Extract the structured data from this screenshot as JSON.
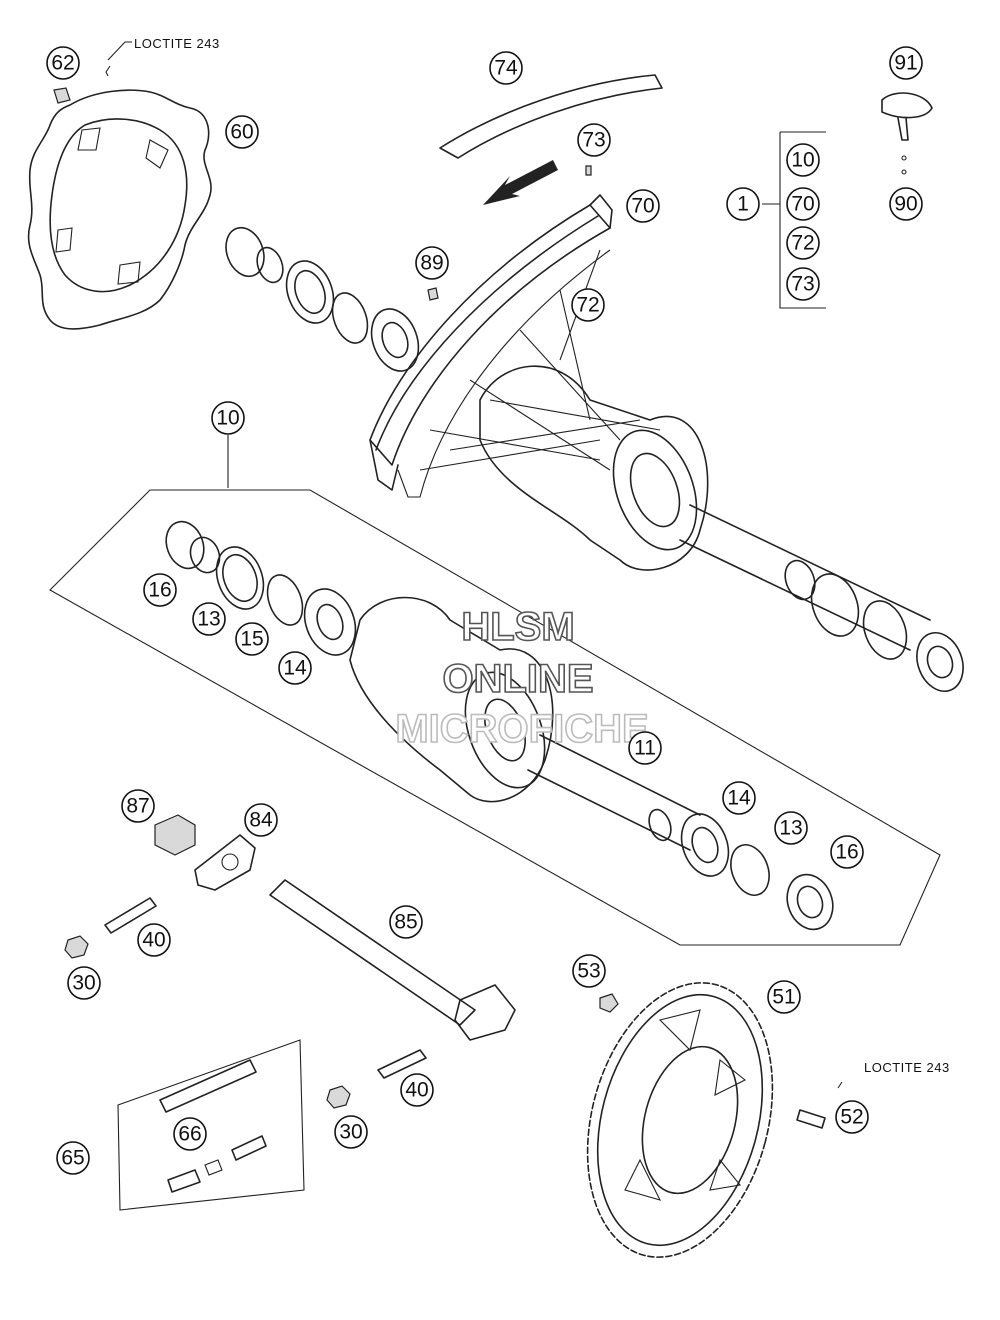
{
  "notes": {
    "loctite_top": "LOCTITE 243",
    "loctite_bottom": "LOCTITE 243"
  },
  "watermark": {
    "line1": "HLSM",
    "line2": "ONLINE",
    "line3": "MICROFICHE"
  },
  "callouts": {
    "c62": "62",
    "c60": "60",
    "c74": "74",
    "c73": "73",
    "c70": "70",
    "c89": "89",
    "c72": "72",
    "c91": "91",
    "c90": "90",
    "kit_main": "1",
    "kit_10": "10",
    "kit_70": "70",
    "kit_72": "72",
    "kit_73": "73",
    "c10": "10",
    "c16a": "16",
    "c13a": "13",
    "c15": "15",
    "c14a": "14",
    "c11": "11",
    "c14b": "14",
    "c13b": "13",
    "c16b": "16",
    "c87": "87",
    "c84": "84",
    "c40a": "40",
    "c30a": "30",
    "c85": "85",
    "c53": "53",
    "c51": "51",
    "c52": "52",
    "c66": "66",
    "c65": "65",
    "c40b": "40",
    "c30b": "30"
  }
}
